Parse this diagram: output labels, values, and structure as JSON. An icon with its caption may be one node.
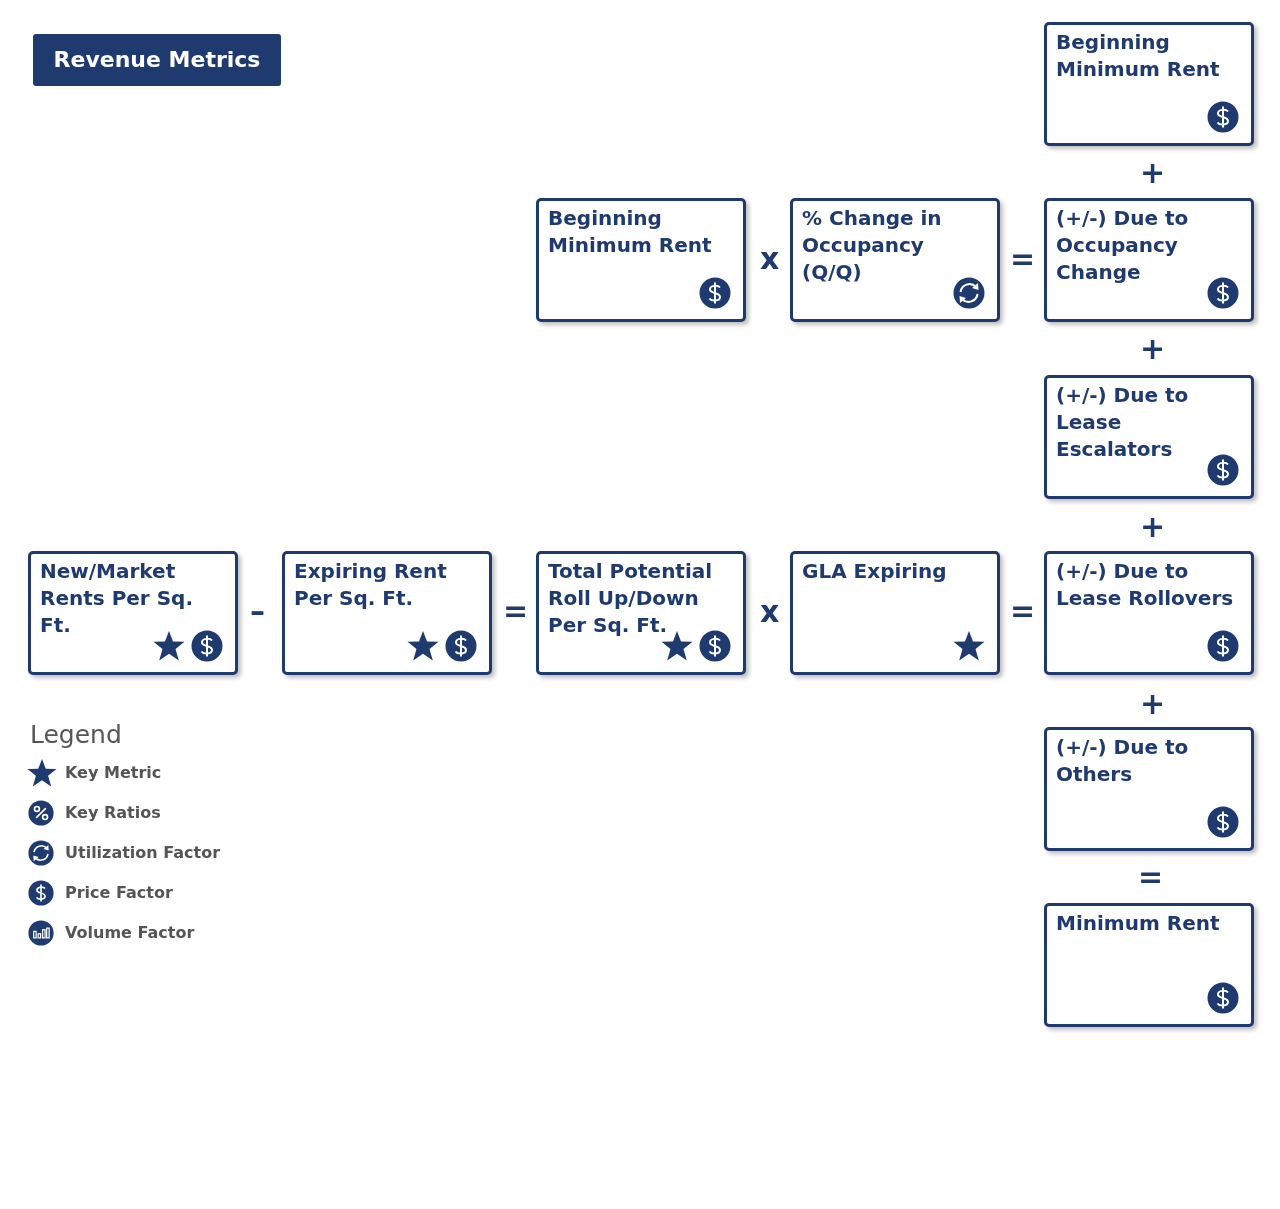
{
  "diagram": {
    "title": "Revenue Metrics",
    "nodes": [
      {
        "text": [
          "Beginning Minimum Rent"
        ]
      },
      {
        "text": [
          "Beginning Minimum Rent"
        ]
      },
      {
        "text": [
          "% Change in Occupancy (Q/Q)"
        ]
      },
      {
        "text": [
          "(+/-) Due to Occupancy Change"
        ]
      },
      {
        "text": [
          "(+/-) Due to Lease Escalators"
        ]
      },
      {
        "text": [
          "New/Market Rents Per Sq. Ft."
        ]
      },
      {
        "text": [
          "Expiring Rent Per Sq. Ft."
        ]
      },
      {
        "text": [
          "Total Potential Roll Up/Down Per Sq. Ft."
        ]
      },
      {
        "text": [
          "GLA Expiring"
        ]
      },
      {
        "text": [
          "(+/-) Due to Lease Rollovers"
        ]
      },
      {
        "text": [
          "(+/-) Due to Others"
        ]
      },
      {
        "text": [
          "Minimum Rent"
        ]
      }
    ],
    "labels": [
      "+",
      "x",
      "=",
      "+",
      "+",
      "–",
      "=",
      "x",
      "=",
      "+",
      "Legend",
      "="
    ],
    "legend": [
      {
        "text": "Key Metric"
      },
      {
        "text": "Key Ratios"
      },
      {
        "text": "Utilization Factor"
      },
      {
        "text": "Price Factor"
      },
      {
        "text": "Volume Factor"
      }
    ]
  }
}
